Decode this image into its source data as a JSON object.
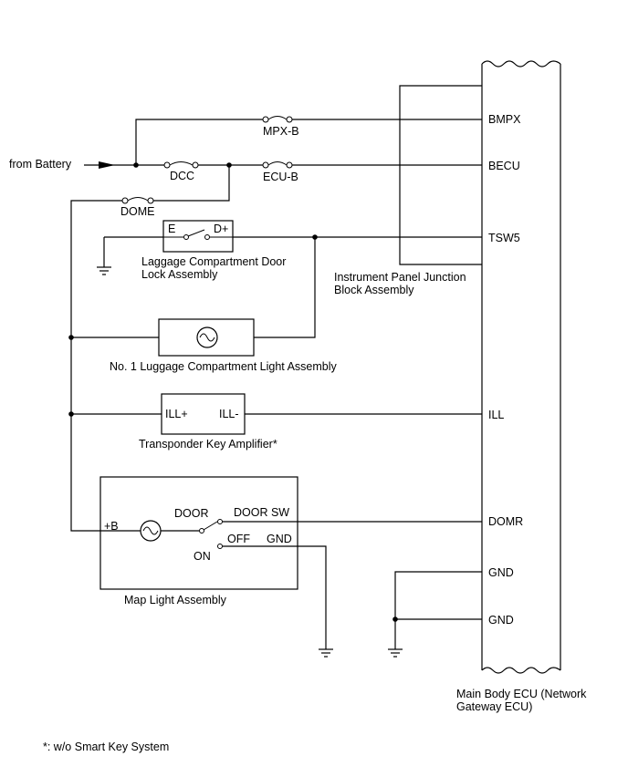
{
  "sources": {
    "battery": "from Battery"
  },
  "fuses": {
    "mpx_b": "MPX-B",
    "dcc": "DCC",
    "ecu_b": "ECU-B",
    "dome": "DOME"
  },
  "components": {
    "ip_junction_block": [
      "Instrument Panel Junction",
      "Block Assembly"
    ],
    "main_body_ecu": [
      "Main Body ECU (Network",
      "Gateway ECU)"
    ],
    "door_lock_assembly": {
      "name": [
        "Laggage Compartment Door",
        "Lock Assembly"
      ],
      "pin_e": "E",
      "pin_d_plus": "D+"
    },
    "luggage_light": {
      "name": "No. 1 Luggage Compartment Light Assembly"
    },
    "transponder_amplifier": {
      "name": "Transponder Key Amplifier*",
      "pin_ill_plus": "ILL+",
      "pin_ill_minus": "ILL-"
    },
    "map_light": {
      "name": "Map Light Assembly",
      "pin_b_plus": "+B",
      "switch_door": "DOOR",
      "switch_off": "OFF",
      "switch_on": "ON",
      "pin_door_sw": "DOOR SW",
      "pin_gnd": "GND"
    }
  },
  "ecu_terminals": {
    "bmpx": "BMPX",
    "becu": "BECU",
    "tsw5": "TSW5",
    "ill": "ILL",
    "domr": "DOMR",
    "gnd1": "GND",
    "gnd2": "GND"
  },
  "footnote": "*: w/o Smart Key System"
}
